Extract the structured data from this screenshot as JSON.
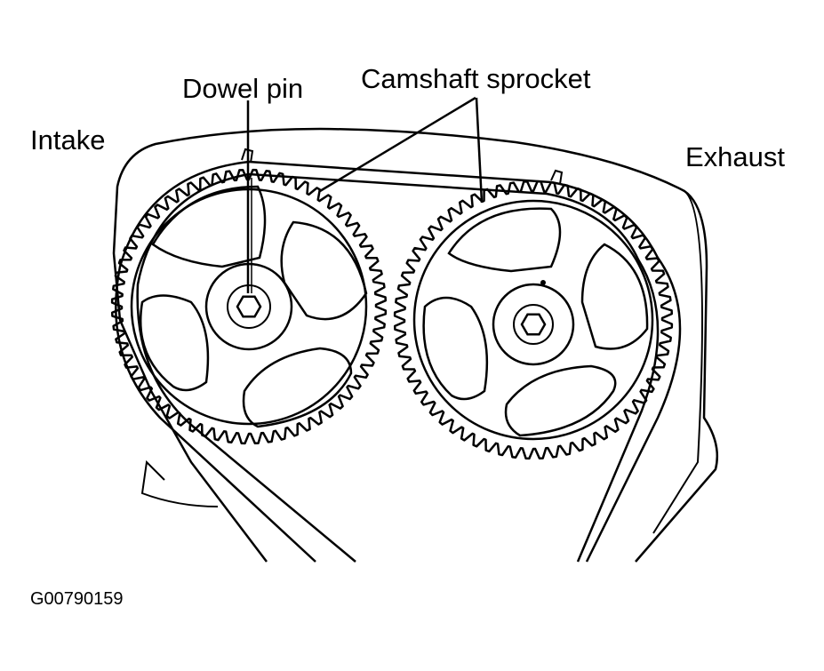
{
  "labels": {
    "dowel_pin": "Dowel pin",
    "camshaft_sprocket": "Camshaft sprocket",
    "intake": "Intake",
    "exhaust": "Exhaust",
    "figure_code": "G00790159"
  },
  "colors": {
    "ink": "#000000",
    "paper": "#ffffff"
  },
  "sprockets": [
    {
      "side": "intake",
      "teeth": 64,
      "spokes": 4,
      "has_dowel_pin": true
    },
    {
      "side": "exhaust",
      "teeth": 64,
      "spokes": 4,
      "has_dowel_pin": false
    }
  ]
}
